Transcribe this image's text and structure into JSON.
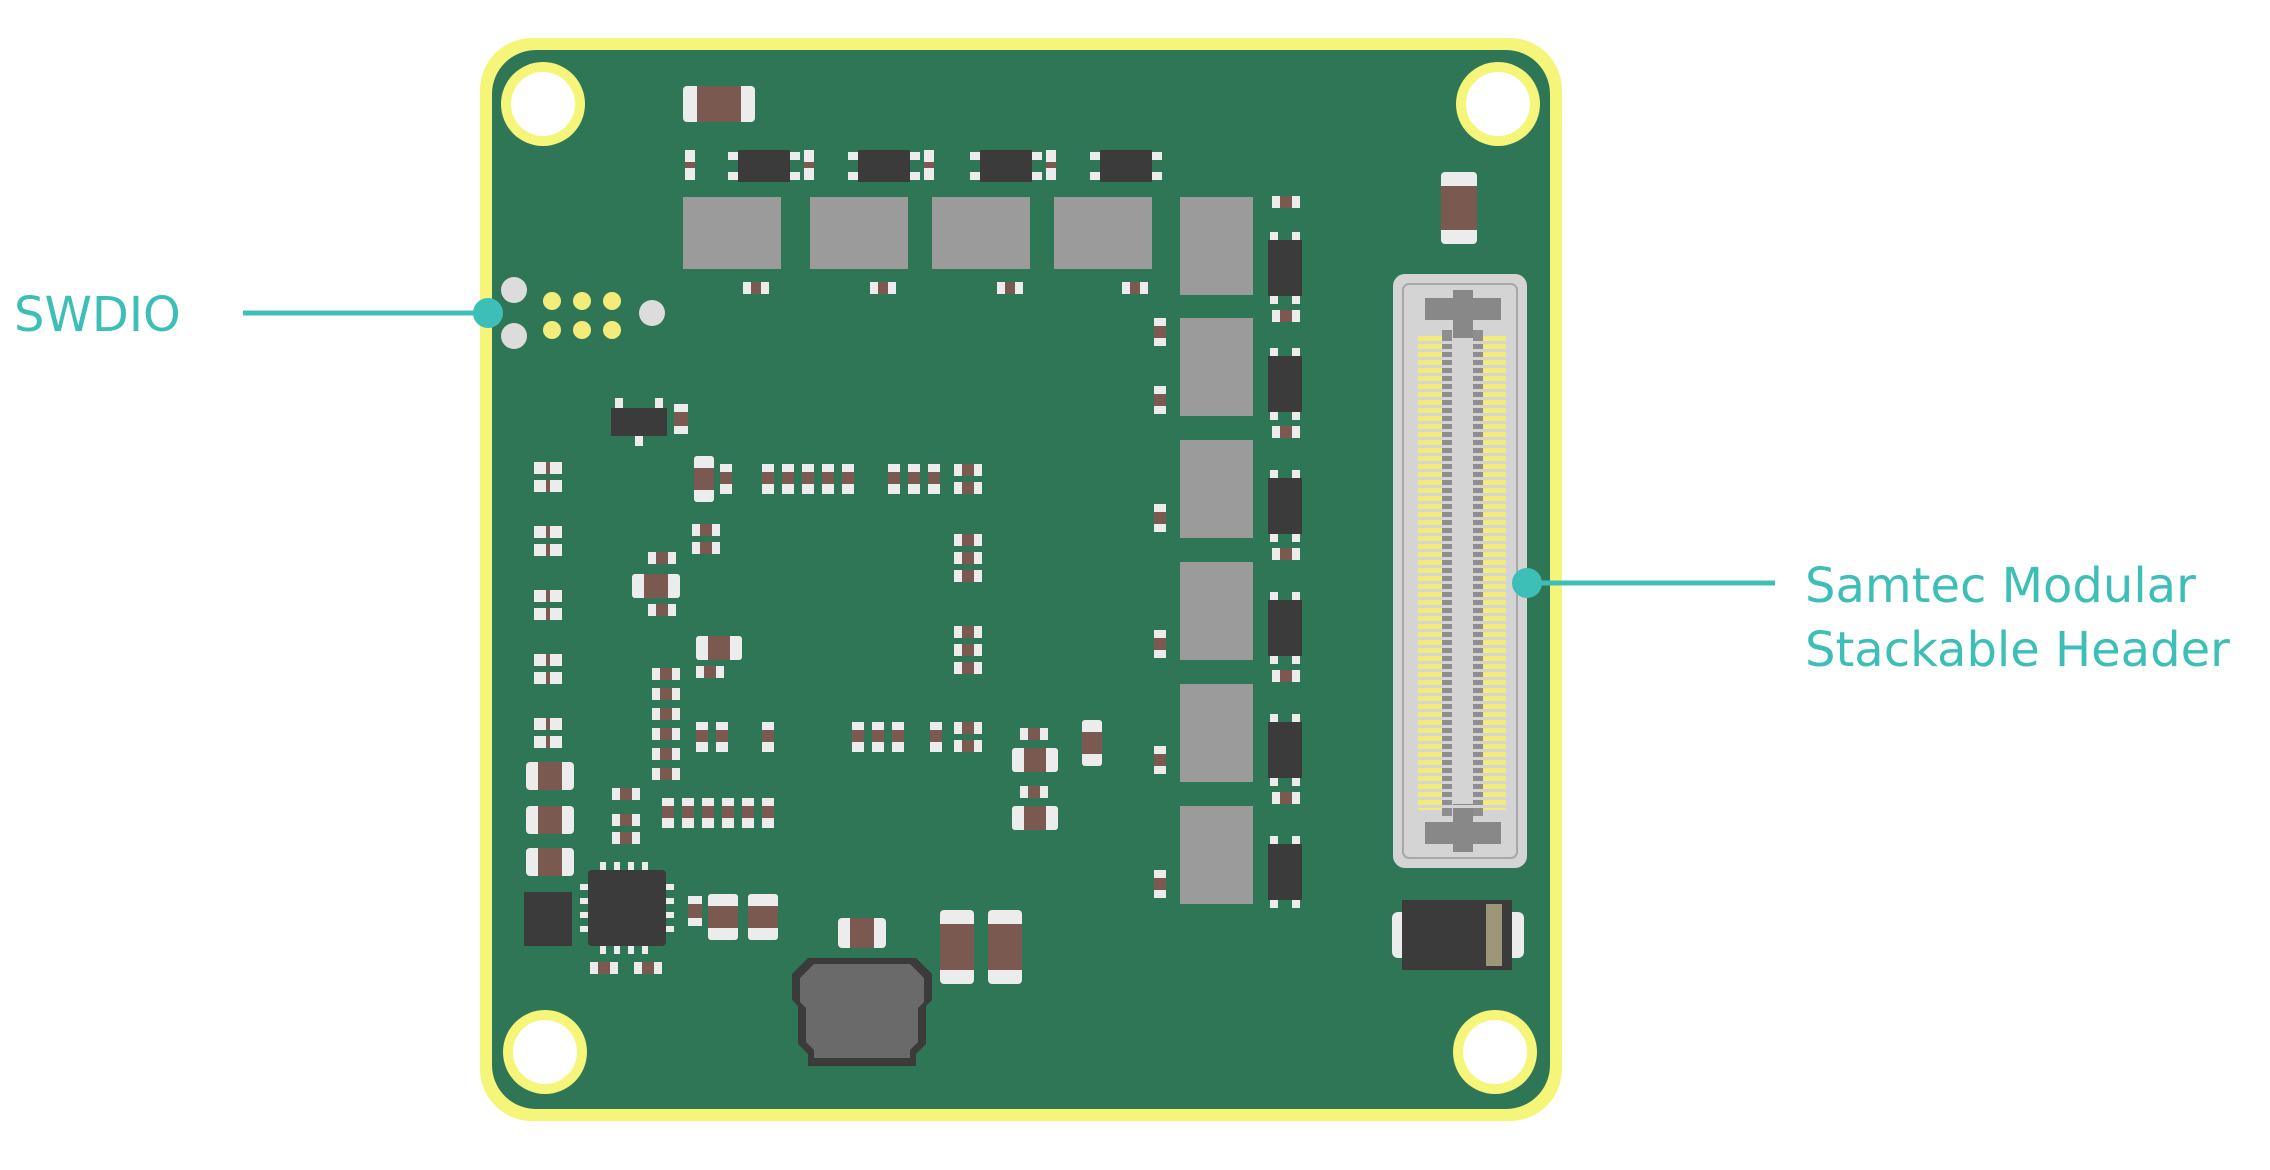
{
  "colors": {
    "board": "#2e7656",
    "board_outline": "#f5f57a",
    "accent": "#3dbfb8",
    "component_dark": "#3b3b3b",
    "component_gray": "#9b9b9b",
    "resistor_body": "#7a5a50",
    "pad": "#ececec",
    "header_frame": "#d4d4d4",
    "header_pins": "#f3ec7a"
  },
  "callouts": {
    "swdio": {
      "label": "SWDIO"
    },
    "samtec": {
      "line1": "Samtec Modular",
      "line2": "Stackable Header"
    }
  }
}
